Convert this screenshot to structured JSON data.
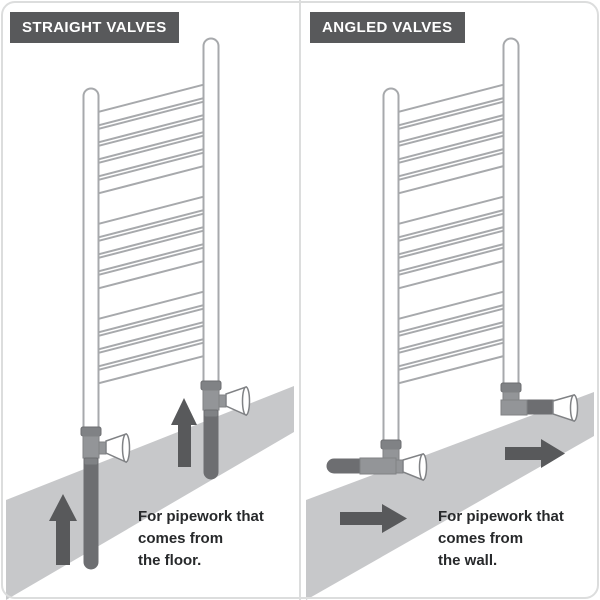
{
  "panels": [
    {
      "title": "STRAIGHT VALVES",
      "caption_lines": [
        "For pipework that",
        "comes from",
        "the floor."
      ],
      "arrow_direction": "up"
    },
    {
      "title": "ANGLED VALVES",
      "caption_lines": [
        "For pipework that",
        "comes from",
        "the wall."
      ],
      "arrow_direction": "right"
    }
  ],
  "colors": {
    "background": "#ffffff",
    "header_bg": "#58595b",
    "header_text": "#ffffff",
    "floor": "#c7c8ca",
    "arrow": "#58595b",
    "pipe_dark": "#6d6e71",
    "valve_gray": "#939598",
    "outline_gray": "#a7a9ac",
    "caption_text": "#27292b"
  }
}
